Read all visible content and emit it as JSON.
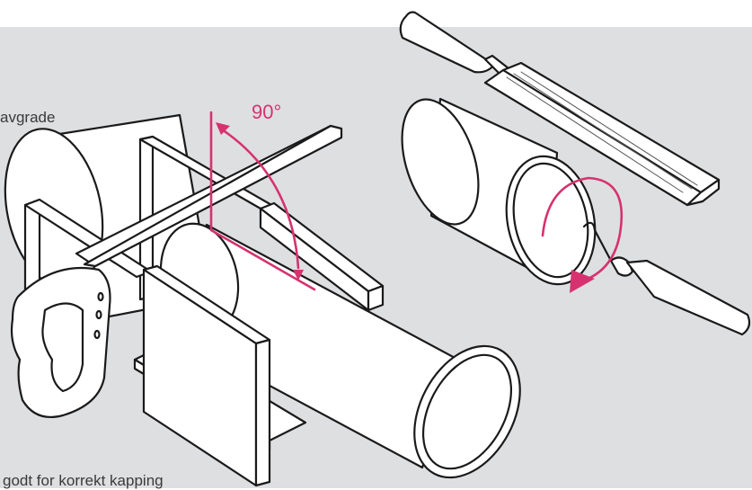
{
  "labels": {
    "top_left": "avgrade",
    "bottom_left": "godt for korrekt kapping",
    "angle": "90°"
  },
  "colors": {
    "accent": "#d6326f",
    "panel": "#dedfe1",
    "stroke": "#1a1a1a",
    "fill": "#ffffff"
  },
  "icons": [
    "hand-saw-icon",
    "miter-box-icon",
    "pipe-icon",
    "flat-file-icon",
    "deburring-tool-icon",
    "rotation-arrow-icon",
    "right-angle-icon"
  ]
}
